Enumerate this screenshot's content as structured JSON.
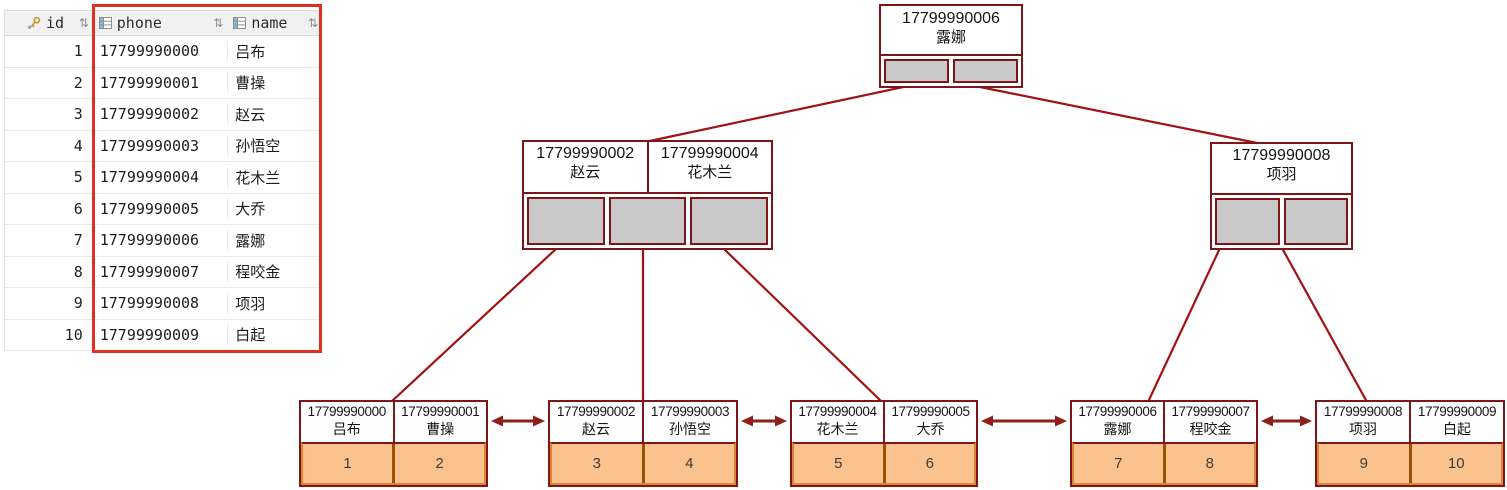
{
  "colors": {
    "tree_border": "#7c1618",
    "tree_line": "#a11212",
    "arrow": "#8e1f1c",
    "pointer_fill": "#c9c9c9",
    "leaf_fill": "#f9c28f",
    "leaf_border": "#de8434",
    "leaf_divider": "#9c5000",
    "highlight": "#e1301f",
    "header_bg": "#f1f1f1"
  },
  "icons": {
    "sort_glyph": "⇅"
  },
  "table": {
    "header": {
      "id": {
        "label": "id"
      },
      "phone": {
        "label": "phone"
      },
      "name": {
        "label": "name"
      }
    },
    "rows": [
      {
        "id": "1",
        "phone": "17799990000",
        "name": "吕布"
      },
      {
        "id": "2",
        "phone": "17799990001",
        "name": "曹操"
      },
      {
        "id": "3",
        "phone": "17799990002",
        "name": "赵云"
      },
      {
        "id": "4",
        "phone": "17799990003",
        "name": "孙悟空"
      },
      {
        "id": "5",
        "phone": "17799990004",
        "name": "花木兰"
      },
      {
        "id": "6",
        "phone": "17799990005",
        "name": "大乔"
      },
      {
        "id": "7",
        "phone": "17799990006",
        "name": "露娜"
      },
      {
        "id": "8",
        "phone": "17799990007",
        "name": "程咬金"
      },
      {
        "id": "9",
        "phone": "17799990008",
        "name": "项羽"
      },
      {
        "id": "10",
        "phone": "17799990009",
        "name": "白起"
      }
    ]
  },
  "tree": {
    "root": {
      "phone": "17799990006",
      "name": "露娜"
    },
    "internal_left": {
      "keys": [
        {
          "phone": "17799990002",
          "name": "赵云"
        },
        {
          "phone": "17799990004",
          "name": "花木兰"
        }
      ]
    },
    "internal_right": {
      "phone": "17799990008",
      "name": "项羽"
    },
    "leaves": [
      {
        "keys": [
          {
            "phone": "17799990000",
            "name": "吕布",
            "row_id": "1"
          },
          {
            "phone": "17799990001",
            "name": "曹操",
            "row_id": "2"
          }
        ]
      },
      {
        "keys": [
          {
            "phone": "17799990002",
            "name": "赵云",
            "row_id": "3"
          },
          {
            "phone": "17799990003",
            "name": "孙悟空",
            "row_id": "4"
          }
        ]
      },
      {
        "keys": [
          {
            "phone": "17799990004",
            "name": "花木兰",
            "row_id": "5"
          },
          {
            "phone": "17799990005",
            "name": "大乔",
            "row_id": "6"
          }
        ]
      },
      {
        "keys": [
          {
            "phone": "17799990006",
            "name": "露娜",
            "row_id": "7"
          },
          {
            "phone": "17799990007",
            "name": "程咬金",
            "row_id": "8"
          }
        ]
      },
      {
        "keys": [
          {
            "phone": "17799990008",
            "name": "项羽",
            "row_id": "9"
          },
          {
            "phone": "17799990009",
            "name": "白起",
            "row_id": "10"
          }
        ]
      }
    ]
  }
}
